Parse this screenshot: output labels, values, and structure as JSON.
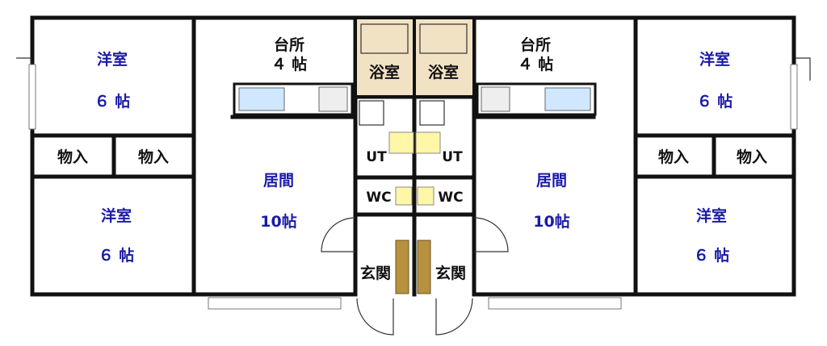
{
  "labels": {
    "western_room": "洋室",
    "six_mats": "６ 帖",
    "storage": "物入",
    "kitchen": "台所",
    "four_mats": "４ 帖",
    "living": "居間",
    "ten_mats": "10帖",
    "bath": "浴室",
    "ut": "UT",
    "wc": "WC",
    "entrance": "玄関"
  },
  "colors": {
    "room_label_blue": "#1a1aa8",
    "bath_fill": "#f2e2c4",
    "shoe_cabinet": "#b8913e"
  }
}
